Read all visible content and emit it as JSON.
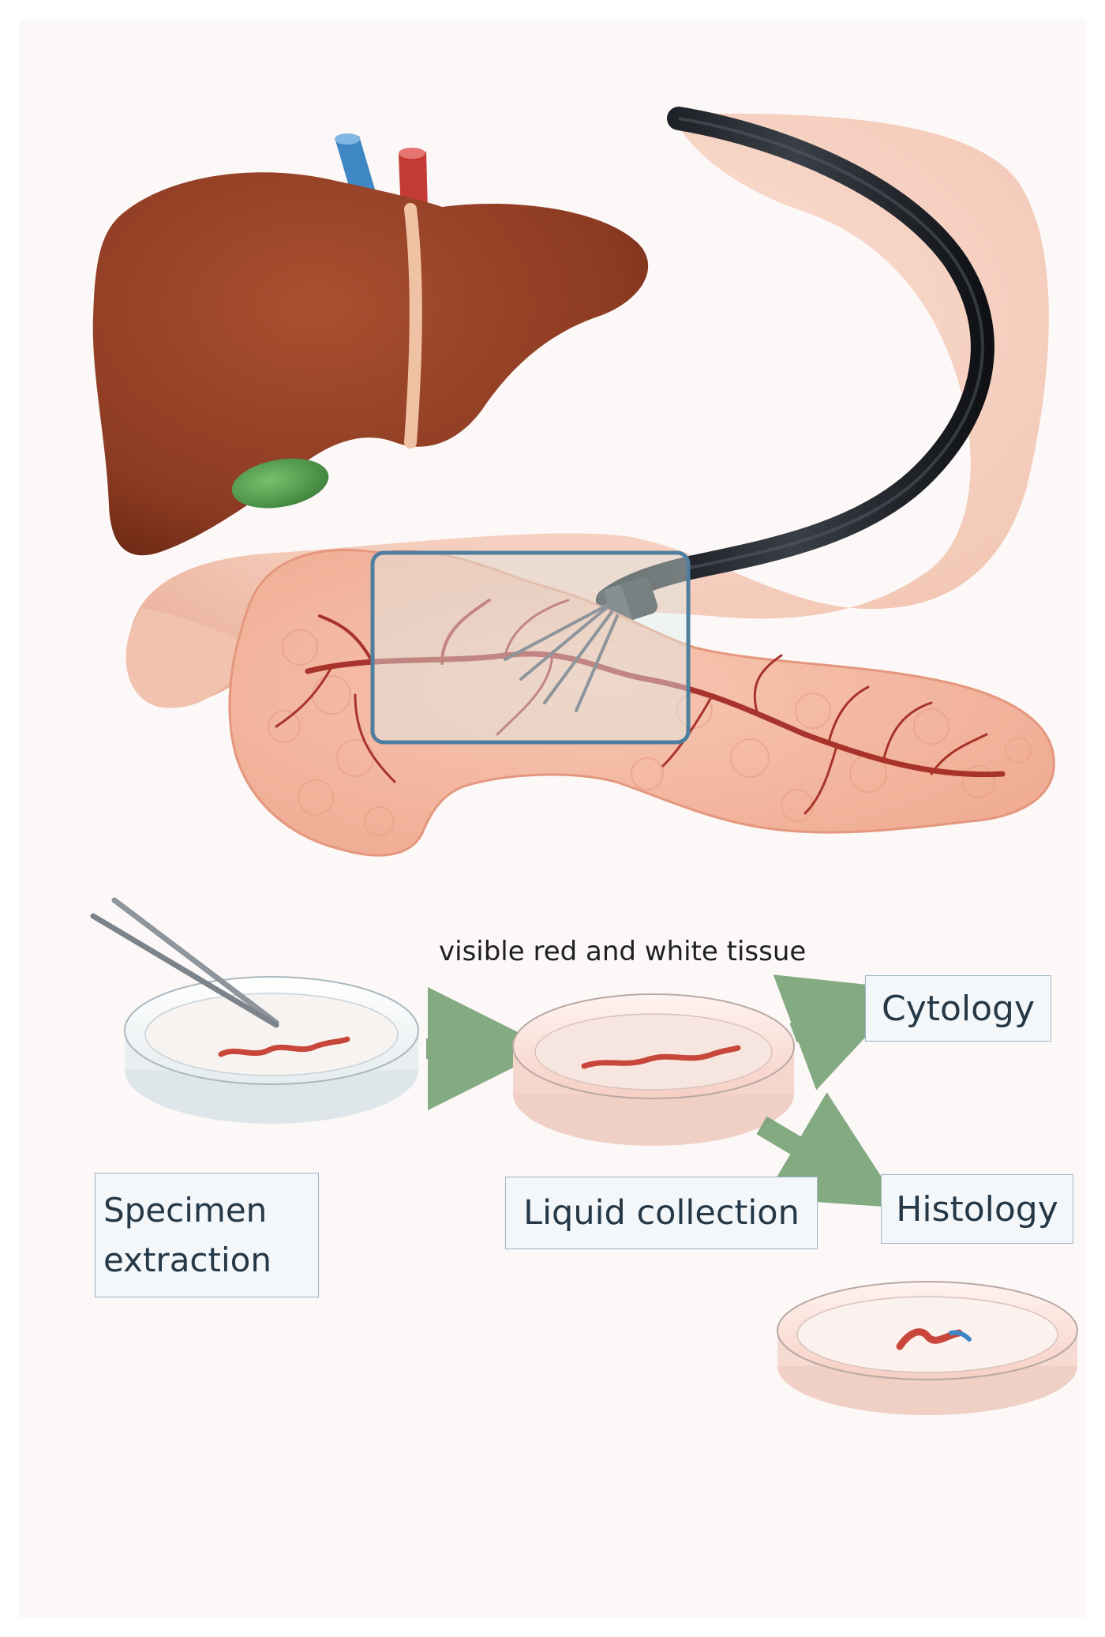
{
  "annotations": {
    "tissue_caption": "visible red and white tissue"
  },
  "steps": {
    "specimen_extraction": "Specimen\nextraction",
    "liquid_collection": "Liquid collection",
    "cytology": "Cytology",
    "histology": "Histology"
  },
  "colors": {
    "liver": "#8b3a22",
    "gallbladder": "#4f9a4a",
    "pancreas": "#f2b29b",
    "duct": "#a8322c",
    "stomach": "#f6d2c2",
    "endoscope": "#1c1f24",
    "highlight_frame": "#4f7f9e",
    "arrow": "#6f9d6c",
    "vein": "#3f86c4",
    "artery": "#c43a35"
  }
}
